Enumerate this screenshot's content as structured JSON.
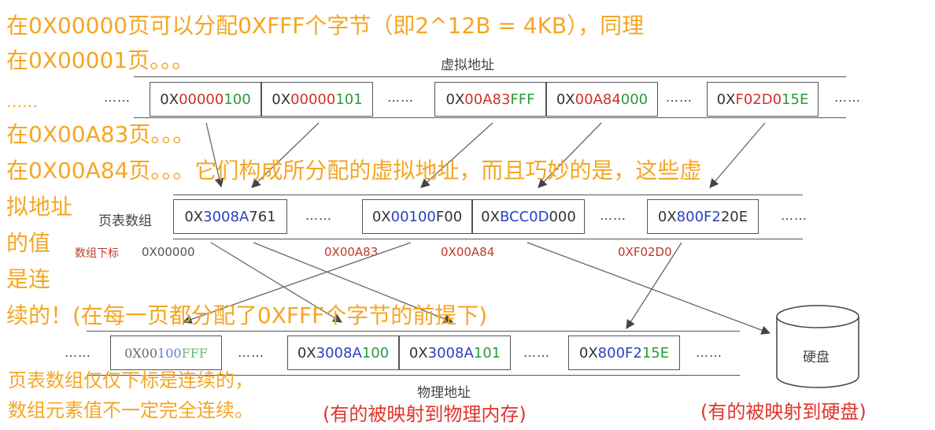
{
  "captions": {
    "virtual": "虚拟地址",
    "page_table": "页表数组",
    "index": "数组下标",
    "physical": "物理地址",
    "disk": "硬盘"
  },
  "dots": "……",
  "virtual_cells": {
    "c1": {
      "p1": "0X",
      "p2": "00000",
      "p3": "100"
    },
    "c2": {
      "p1": "0X",
      "p2": "00000",
      "p3": "101"
    },
    "c3": {
      "p1": "0X",
      "p2": "00A83",
      "p3": "FFF"
    },
    "c4": {
      "p1": "0X",
      "p2": "00A84",
      "p3": "000"
    },
    "c5": {
      "p1": "0X",
      "p2": "F02D0",
      "p3": "15E"
    }
  },
  "page_table_cells": {
    "c1": {
      "p1": "0X",
      "p2": "3008A",
      "p3": "761"
    },
    "c2": {
      "p1": "0X",
      "p2": "00100",
      "p3": "F00"
    },
    "c3": {
      "p1": "0X",
      "p2": "BCC0D",
      "p3": "000"
    },
    "c4": {
      "p1": "0X",
      "p2": "800F2",
      "p3": "20E"
    }
  },
  "indices": {
    "i1": "0X00000",
    "i2": "0X00A83",
    "i3": "0X00A84",
    "i4": "0XF02D0"
  },
  "physical_cells": {
    "c1": {
      "p1": "0X00",
      "p2": "100",
      "p3": "FFF"
    },
    "c2": {
      "p1": "0X",
      "p2": "3008A",
      "p3": "100"
    },
    "c3": {
      "p1": "0X",
      "p2": "3008A",
      "p3": "101"
    },
    "c4": {
      "p1": "0X",
      "p2": "800F2",
      "p3": "15E"
    }
  },
  "notes": {
    "line1": "在0X00000页可以分配0XFFF个字节（即2^12B = 4KB），同理",
    "line2": "在0X00001页。。。",
    "line3": "……",
    "line4": "在0X00A83页。。。",
    "line5": "在0X00A84页。。。它们构成所分配的虚拟地址，而且巧妙的是，这些虚",
    "line6": "拟地址",
    "line7": "的值",
    "line8": "是连",
    "line9": "续的！(在每一页都分配了0XFFF个字节的前提下)",
    "bottom1": "页表数组仅仅下标是连续的，",
    "bottom2": "数组元素值不一定完全连续。",
    "mapped_memory": "(有的被映射到物理内存)",
    "mapped_disk": "(有的被映射到硬盘)"
  },
  "colors": {
    "note": "#f5a623",
    "red": "#d0302a",
    "green": "#2a9a3a",
    "blue": "#2a3fc0"
  }
}
